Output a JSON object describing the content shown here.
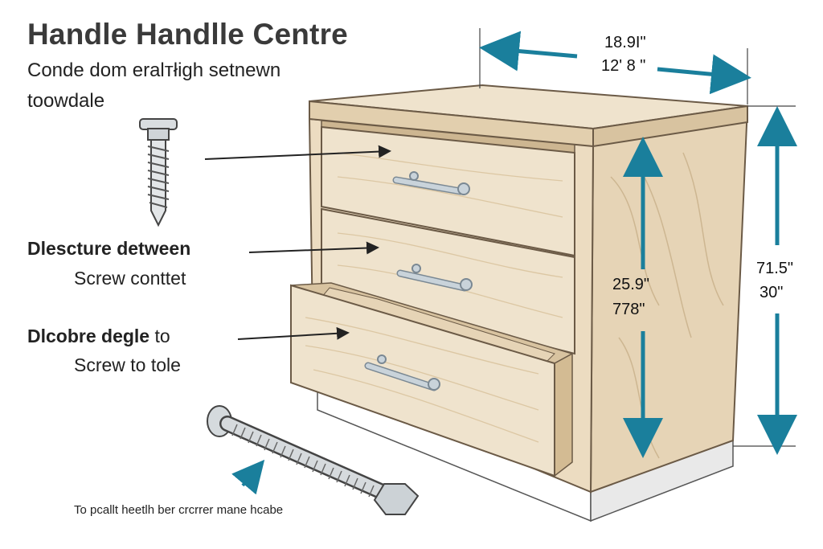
{
  "title": "Handle Handlle Centre",
  "subtitle": [
    "Conde dom eralтłigh setnewn",
    "toowdale"
  ],
  "labels": {
    "label1": {
      "line1": "Dlescture detween",
      "line2": "Screw conttet"
    },
    "label2": {
      "line1_bold": "Dlcobre degle",
      "line1_rest": " to",
      "line2": "Screw to tole"
    }
  },
  "footer": "To pcallt heetlh ber crcrrer mane hcabe",
  "dimensions": {
    "top_width": [
      "18.9I\"",
      "12' 8 \""
    ],
    "inner_height": [
      "25.9\"",
      "778\""
    ],
    "outer_height": [
      "71.5\"",
      "30\""
    ]
  },
  "colors": {
    "arrow": "#1a7f9c",
    "wood_light": "#efe3cd",
    "wood_mid": "#e6d6bb",
    "wood_dark": "#d8c3a0",
    "outline": "#6b5a46",
    "handle": "#c9d3da"
  },
  "icons": [
    "screw-icon",
    "bolt-icon",
    "pointer-arrow-icon"
  ]
}
